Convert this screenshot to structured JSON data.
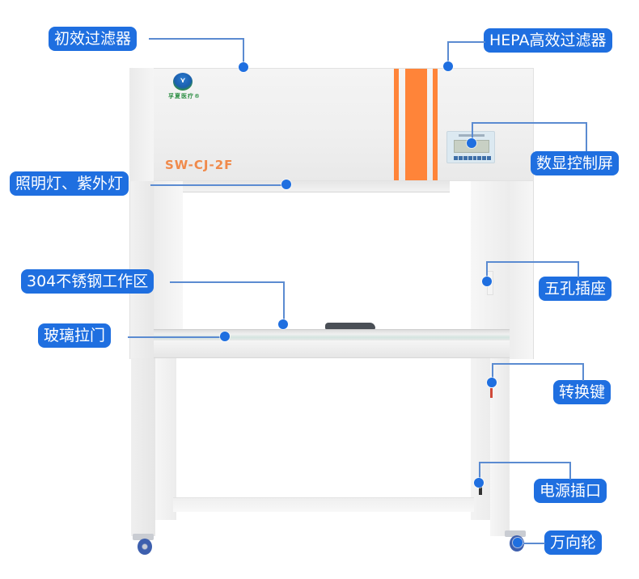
{
  "product": {
    "model": "SW-CJ-2F",
    "brand_text": "孚夏医疗",
    "brand_mark": "®",
    "accent_color": "#ff8439",
    "callout_color": "#1f6fe0"
  },
  "callouts": [
    {
      "id": "primary-filter",
      "label": "初效过滤器"
    },
    {
      "id": "hepa-filter",
      "label": "HEPA高效过滤器"
    },
    {
      "id": "display-panel",
      "label": "数显控制屏"
    },
    {
      "id": "lights",
      "label": "照明灯、紫外灯"
    },
    {
      "id": "work-area",
      "label": "304不锈钢工作区"
    },
    {
      "id": "five-hole-socket",
      "label": "五孔插座"
    },
    {
      "id": "glass-sliding-door",
      "label": "玻璃拉门"
    },
    {
      "id": "switch-key",
      "label": "转换键"
    },
    {
      "id": "power-inlet",
      "label": "电源插口"
    },
    {
      "id": "caster-wheel",
      "label": "万向轮"
    }
  ]
}
